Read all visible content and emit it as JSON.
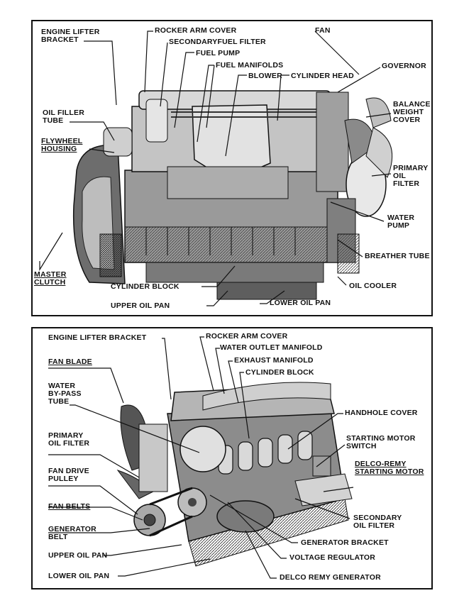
{
  "top_figure": {
    "labels": {
      "engine_lifter_bracket": [
        "ENGINE LIFTER",
        "BRACKET"
      ],
      "rocker_arm_cover": "ROCKER ARM COVER",
      "fan": "FAN",
      "secondary_fuel_filter": "SECONDARYFUEL FILTER",
      "fuel_pump": "FUEL PUMP",
      "fuel_manifolds": "FUEL MANIFOLDS",
      "blower": "BLOWER",
      "cylinder_head": "CYLINDER HEAD",
      "governor": "GOVERNOR",
      "oil_filler_tube": [
        "OIL FILLER",
        "TUBE"
      ],
      "balance_weight_cover": [
        "BALANCE",
        "WEIGHT",
        "COVER"
      ],
      "flywheel_housing": [
        "FLYWHEEL",
        "HOUSING"
      ],
      "primary_oil_filter": [
        "PRIMARY",
        "OIL",
        "FILTER"
      ],
      "water_pump": [
        "WATER",
        "PUMP"
      ],
      "breather_tube": "BREATHER TUBE",
      "master_clutch": [
        "MASTER",
        "CLUTCH"
      ],
      "cylinder_block": "CYLINDER BLOCK",
      "oil_cooler": "OIL COOLER",
      "upper_oil_pan": "UPPER OIL PAN",
      "lower_oil_pan": "LOWER OIL PAN"
    }
  },
  "bottom_figure": {
    "labels": {
      "engine_lifter_bracket": "ENGINE LIFTER BRACKET",
      "rocker_arm_cover": "ROCKER ARM COVER",
      "water_outlet_manifold": "WATER OUTLET MANIFOLD",
      "exhaust_manifold": "EXHAUST MANIFOLD",
      "cylinder_block": "CYLINDER BLOCK",
      "fan_blade": "FAN BLADE",
      "water_bypass_tube": [
        "WATER",
        "BY-PASS",
        "TUBE"
      ],
      "handhole_cover": "HANDHOLE COVER",
      "primary_oil_filter": [
        "PRIMARY",
        "OIL FILTER"
      ],
      "starting_motor_switch": [
        "STARTING MOTOR",
        "SWITCH"
      ],
      "delco_remy_starting_motor": [
        "DELCO-REMY",
        "STARTING MOTOR"
      ],
      "fan_drive_pulley": [
        "FAN DRIVE",
        "PULLEY"
      ],
      "fan_belts": "FAN BELTS",
      "secondary_oil_filter": [
        "SECONDARY",
        "OIL FILTER"
      ],
      "generator_belt": [
        "GENERATOR",
        "BELT"
      ],
      "generator_bracket": "GENERATOR BRACKET",
      "upper_oil_pan": "UPPER OIL PAN",
      "voltage_regulator": "VOLTAGE REGULATOR",
      "lower_oil_pan": "LOWER OIL PAN",
      "delco_remy_generator": "DELCO REMY GENERATOR"
    }
  }
}
